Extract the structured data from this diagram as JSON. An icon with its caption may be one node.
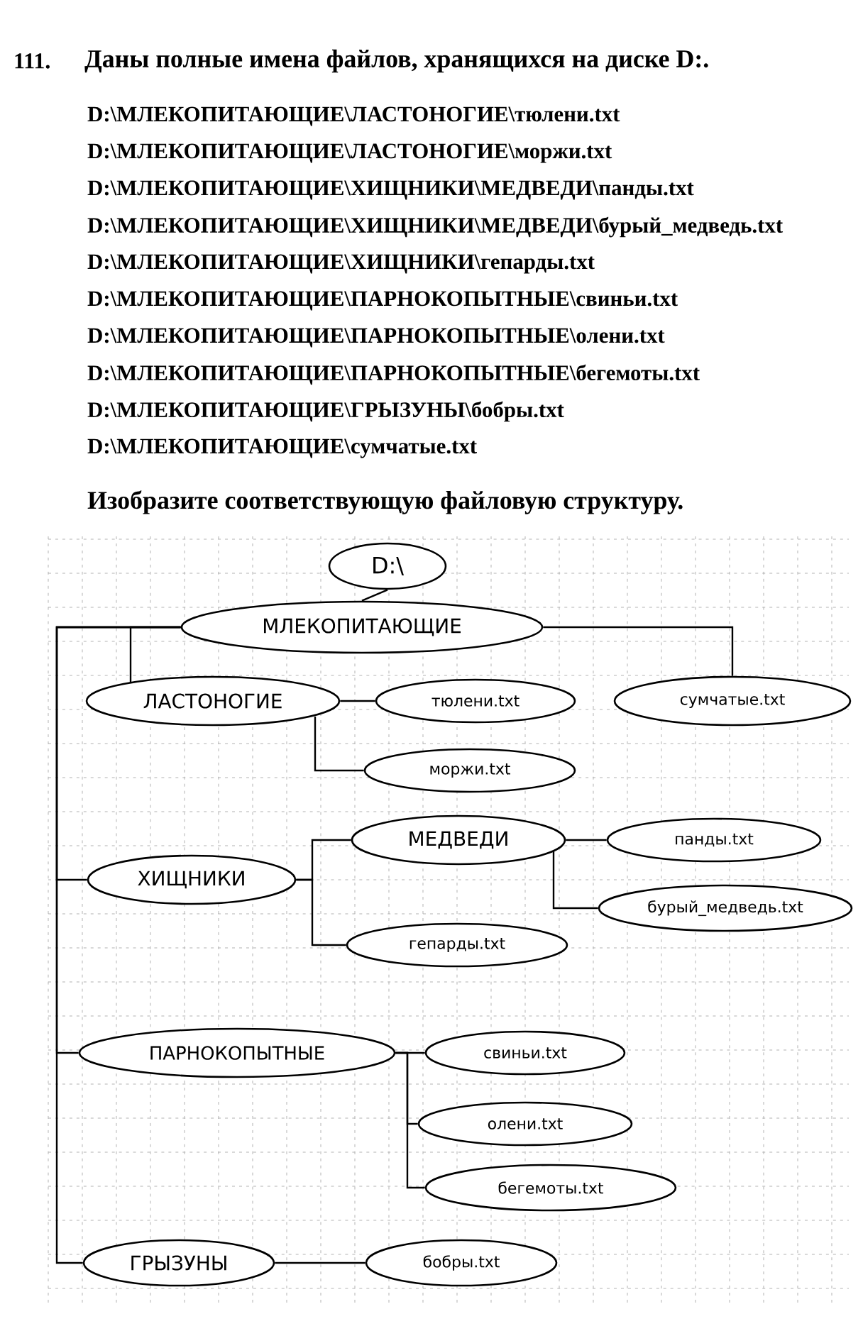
{
  "diagram": {
    "title": "Даны полные имена файлов, хранящихся на диске D:.",
    "nodes": [
      {
        "text": [
          "D:\\"
        ]
      },
      {
        "text": [
          "МЛЕКОПИТАЮЩИЕ"
        ]
      },
      {
        "text": [
          "ЛАСТОНОГИЕ"
        ]
      },
      {
        "text": [
          "тюлени.txt"
        ]
      },
      {
        "text": [
          "моржи.txt"
        ]
      },
      {
        "text": [
          "сумчатые.txt"
        ]
      },
      {
        "text": [
          "ХИЩНИКИ"
        ]
      },
      {
        "text": [
          "МЕДВЕДИ"
        ]
      },
      {
        "text": [
          "панды.txt"
        ]
      },
      {
        "text": [
          "бурый_медведь.txt"
        ]
      },
      {
        "text": [
          "гепарды.txt"
        ]
      },
      {
        "text": [
          "ПАРНОКОПЫТНЫЕ"
        ]
      },
      {
        "text": [
          "свиньи.txt"
        ]
      },
      {
        "text": [
          "олени.txt"
        ]
      },
      {
        "text": [
          "бегемоты.txt"
        ]
      },
      {
        "text": [
          "ГРЫЗУНЫ"
        ]
      },
      {
        "text": [
          "бобры.txt"
        ]
      }
    ],
    "edges": [
      {
        "from": 0,
        "to": 1,
        "arrow": "none"
      },
      {
        "from": 1,
        "to": 2,
        "arrow": "none"
      },
      {
        "from": 1,
        "to": 5,
        "arrow": "none"
      },
      {
        "from": 1,
        "to": 6,
        "arrow": "none"
      },
      {
        "from": 1,
        "to": 11,
        "arrow": "none"
      },
      {
        "from": 1,
        "to": 15,
        "arrow": "none"
      },
      {
        "from": 2,
        "to": 3,
        "arrow": "none"
      },
      {
        "from": 2,
        "to": 4,
        "arrow": "none"
      },
      {
        "from": 6,
        "to": 7,
        "arrow": "none"
      },
      {
        "from": 6,
        "to": 10,
        "arrow": "none"
      },
      {
        "from": 7,
        "to": 8,
        "arrow": "none"
      },
      {
        "from": 7,
        "to": 9,
        "arrow": "none"
      },
      {
        "from": 11,
        "to": 12,
        "arrow": "none"
      },
      {
        "from": 11,
        "to": 13,
        "arrow": "none"
      },
      {
        "from": 11,
        "to": 14,
        "arrow": "none"
      },
      {
        "from": 15,
        "to": 16,
        "arrow": "none"
      }
    ],
    "labels": [
      "111.",
      "D:\\МЛЕКОПИТАЮЩИЕ\\ЛАСТОНОГИЕ\\тюлени.txt",
      "D:\\МЛЕКОПИТАЮЩИЕ\\ЛАСТОНОГИЕ\\моржи.txt",
      "D:\\МЛЕКОПИТАЮЩИЕ\\ХИЩНИКИ\\МЕДВЕДИ\\панды.txt",
      "D:\\МЛЕКОПИТАЮЩИЕ\\ХИЩНИКИ\\МЕДВЕДИ\\бурый_медведь.txt",
      "D:\\МЛЕКОПИТАЮЩИЕ\\ХИЩНИКИ\\гепарды.txt",
      "D:\\МЛЕКОПИТАЮЩИЕ\\ПАРНОКОПЫТНЫЕ\\свиньи.txt",
      "D:\\МЛЕКОПИТАЮЩИЕ\\ПАРНОКОПЫТНЫЕ\\олени.txt",
      "D:\\МЛЕКОПИТАЮЩИЕ\\ПАРНОКОПЫТНЫЕ\\бегемоты.txt",
      "D:\\МЛЕКОПИТАЮЩИЕ\\ГРЫЗУНЫ\\бобры.txt",
      "D:\\МЛЕКОПИТАЮЩИЕ\\сумчатые.txt",
      "Изобразите соответствующую файловую структуру."
    ]
  }
}
